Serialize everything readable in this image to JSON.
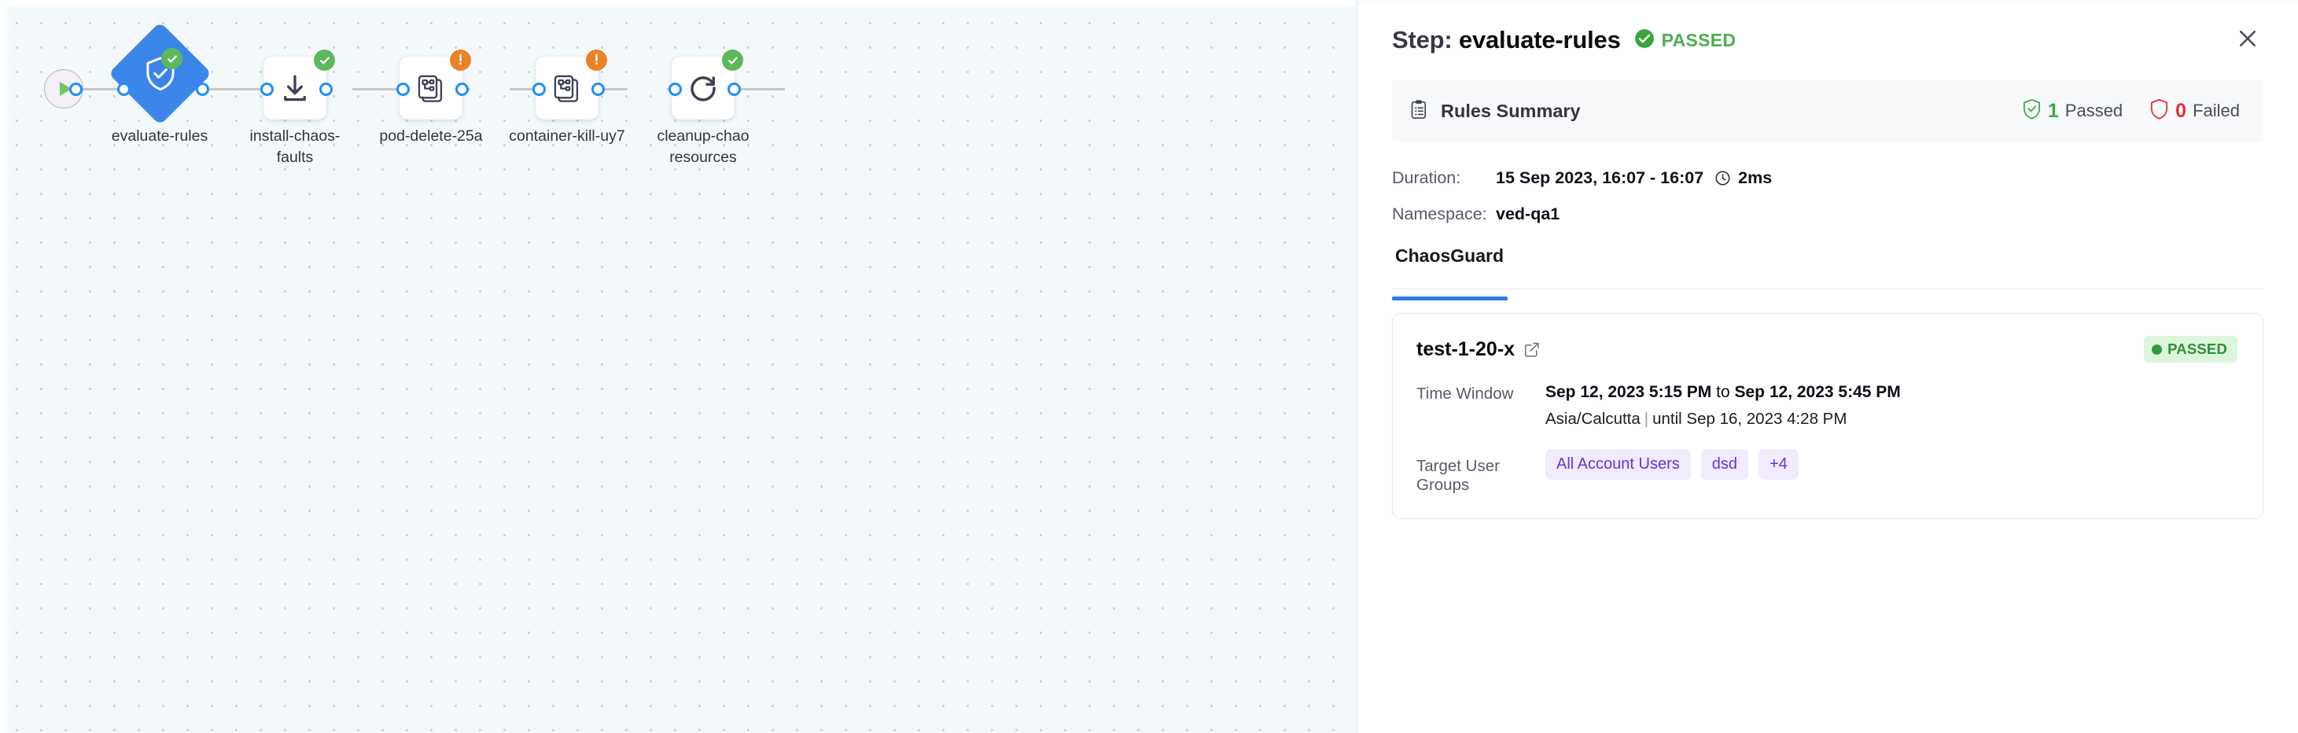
{
  "canvas": {
    "start_node": {
      "icon": "play-icon"
    },
    "nodes": [
      {
        "id": "evaluate-rules",
        "label": "evaluate-rules",
        "shape": "diamond",
        "icon": "shield-check-icon",
        "status": "success",
        "status_icon": "check-circle-icon"
      },
      {
        "id": "install-chaos-faults",
        "label": "install-chaos-\nfaults",
        "shape": "card",
        "icon": "download-icon",
        "status": "success",
        "status_icon": "check-circle-icon"
      },
      {
        "id": "pod-delete-25a",
        "label": "pod-delete-25a",
        "shape": "card",
        "icon": "chaos-fault-icon",
        "status": "warning",
        "status_icon": "warning-circle-icon"
      },
      {
        "id": "container-kill-uy7",
        "label": "container-kill-uy7",
        "shape": "card",
        "icon": "chaos-fault-icon",
        "status": "warning",
        "status_icon": "warning-circle-icon"
      },
      {
        "id": "cleanup-chaos-resources",
        "label": "cleanup-chao\nresources",
        "shape": "card",
        "icon": "refresh-icon",
        "status": "success",
        "status_icon": "check-circle-icon"
      }
    ]
  },
  "panel": {
    "header": {
      "step_prefix": "Step:",
      "step_name": "evaluate-rules",
      "status_text": "PASSED",
      "status_icon": "check-circle-icon",
      "close_icon": "close-icon",
      "status_color": "#4caf50"
    },
    "rules_summary": {
      "icon": "clipboard-icon",
      "title": "Rules Summary",
      "passed_count": "1",
      "passed_label": "Passed",
      "passed_icon": "shield-check-icon",
      "passed_color": "#3ea845",
      "failed_count": "0",
      "failed_label": "Failed",
      "failed_icon": "shield-outline-icon",
      "failed_color": "#e0302b"
    },
    "meta": [
      {
        "key": "Duration:",
        "value": "15 Sep 2023, 16:07 - 16:07",
        "extra_icon": "clock-icon",
        "extra": "2ms"
      },
      {
        "key": "Namespace:",
        "value": "ved-qa1",
        "extra_icon": "",
        "extra": ""
      }
    ],
    "tabs": [
      {
        "label": "ChaosGuard",
        "active": true
      }
    ],
    "rule_card": {
      "name": "test-1-20-x",
      "link_icon": "external-link-icon",
      "status_text": "PASSED",
      "status_color": "#2f8f37",
      "status_bg": "#ddf5dd",
      "rows": [
        {
          "key": "Time Window",
          "value_from": "Sep 12, 2023 5:15 PM",
          "value_join": " to ",
          "value_to": "Sep 12, 2023 5:45 PM",
          "timezone": "Asia/Calcutta",
          "until": "until Sep 16, 2023 4:28 PM"
        }
      ],
      "target_user_groups_label": "Target User Groups",
      "target_user_groups": [
        "All Account Users",
        "dsd",
        "+4"
      ],
      "tag_color": "#6d31d6",
      "tag_bg": "#f0ebfd"
    }
  }
}
